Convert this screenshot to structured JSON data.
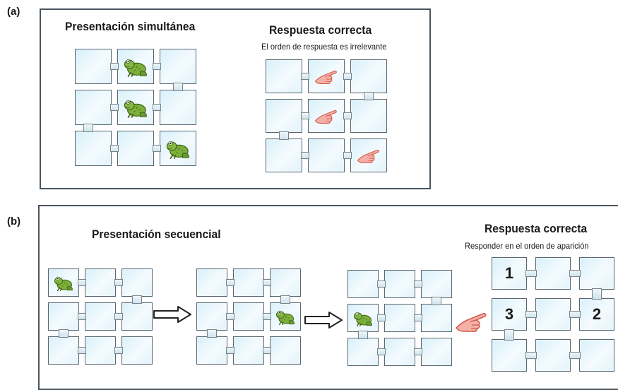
{
  "panel_a": {
    "label": "(a)",
    "left_title": "Presentación simultánea",
    "right_title": "Respuesta correcta",
    "right_subtitle": "El orden de respuesta es irrelevante"
  },
  "panel_b": {
    "label": "(b)",
    "left_title": "Presentación secuencial",
    "right_title": "Respuesta correcta",
    "right_subtitle": "Responder en el orden de aparición",
    "answer_numbers": [
      "1",
      "3",
      "2"
    ]
  },
  "icons": {
    "stimulus": "frog-icon",
    "response": "pointing-hand-icon",
    "sequence": "arrow-right-icon"
  },
  "colors": {
    "tile_fill": "#e3f3fb",
    "frog_green": "#7cae3a",
    "hand_red": "#e0655a"
  }
}
